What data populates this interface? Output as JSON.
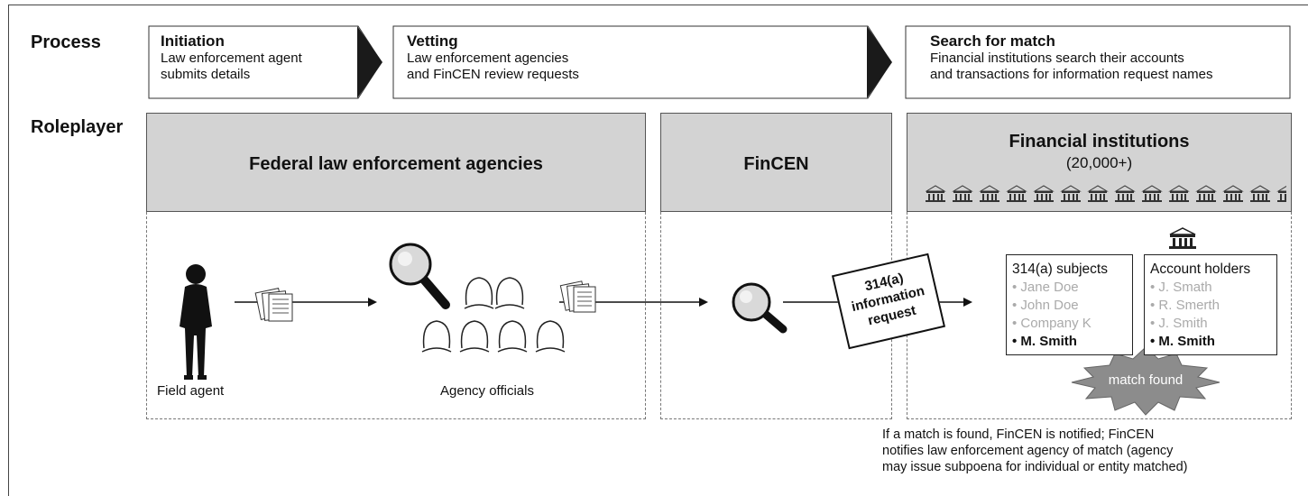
{
  "rows": {
    "process": "Process",
    "roleplayer": "Roleplayer"
  },
  "steps": [
    {
      "title": "Initiation",
      "desc": [
        "Law enforcement agent",
        "submits details"
      ]
    },
    {
      "title": "Vetting",
      "desc": [
        "Law enforcement agencies",
        "and FinCEN review requests"
      ]
    },
    {
      "title": "Search for match",
      "desc": [
        "Financial institutions search their accounts",
        "and transactions for information request names"
      ]
    }
  ],
  "roles": {
    "federal": "Federal law enforcement agencies",
    "fincen": "FinCEN",
    "financial": "Financial institutions",
    "financial_count": "(20,000+)"
  },
  "captions": {
    "field_agent": "Field agent",
    "officials": "Agency officials"
  },
  "request_card": [
    "314(a)",
    "information",
    "request"
  ],
  "subjects": {
    "title": "314(a) subjects",
    "items": [
      "Jane Doe",
      "John Doe",
      "Company K"
    ],
    "match": "M. Smith"
  },
  "holders": {
    "title": "Account holders",
    "items": [
      "J. Smath",
      "R. Smerth",
      "J. Smith"
    ],
    "match": "M. Smith"
  },
  "match_label": "match found",
  "note": [
    "If a match is found, FinCEN is notified; FinCEN",
    "notifies law enforcement agency of match (agency",
    "may issue subpoena for individual or entity matched)"
  ],
  "colors": {
    "header_fill": "#d3d3d3",
    "burst_fill": "#8c8c8c",
    "muted_text": "#aaaaaa"
  }
}
